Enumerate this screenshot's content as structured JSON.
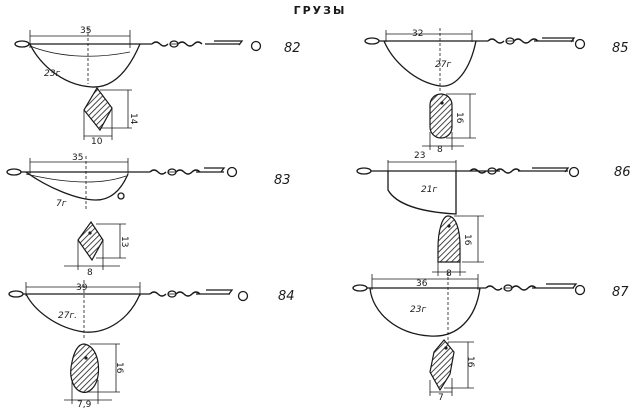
{
  "title": "ГРУЗЫ",
  "figures": [
    {
      "number": "82",
      "length": "35",
      "weight": "23г",
      "width": "10",
      "height": "14"
    },
    {
      "number": "83",
      "length": "35",
      "weight": "7г",
      "width": "8",
      "height": "13"
    },
    {
      "number": "84",
      "length": "39",
      "weight": "27г.",
      "width": "7,9",
      "height": "16"
    },
    {
      "number": "85",
      "length": "32",
      "weight": "27г",
      "width": "8",
      "height": "16"
    },
    {
      "number": "86",
      "length": "23",
      "weight": "21г",
      "width": "8",
      "height": "16"
    },
    {
      "number": "87",
      "length": "36",
      "weight": "23г",
      "width": "7",
      "height": "16"
    }
  ]
}
